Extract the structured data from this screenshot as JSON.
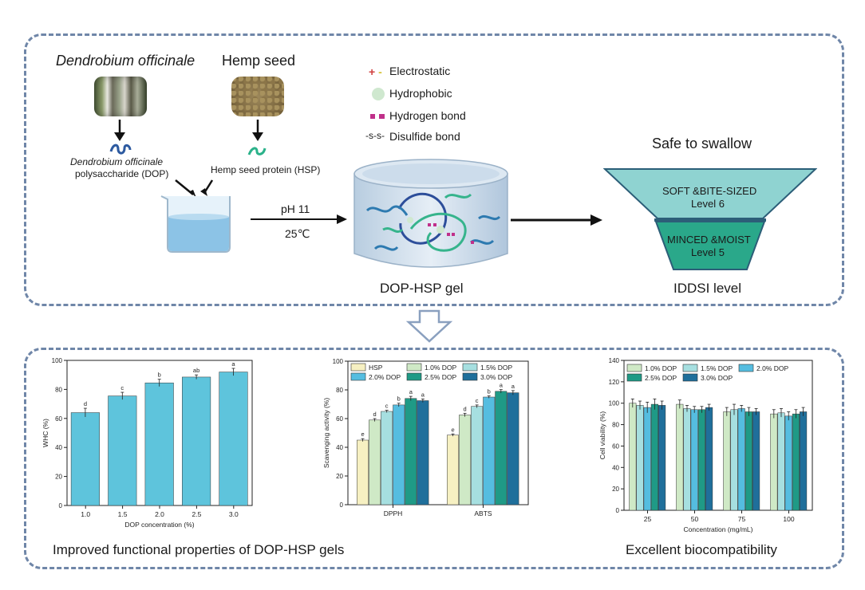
{
  "top": {
    "plant1_label": "Dendrobium officinale",
    "plant2_label": "Hemp seed",
    "dop_label_1": "Dendrobium officinale",
    "dop_label_2": "polysaccharide (DOP)",
    "hsp_label": "Hemp seed protein (HSP)",
    "condition_ph": "pH 11",
    "condition_temp": "25℃",
    "gel_label": "DOP-HSP gel",
    "legend": [
      {
        "symbol": "+ -",
        "label": "Electrostatic"
      },
      {
        "symbol": "",
        "label": "Hydrophobic"
      },
      {
        "symbol": "■ ■",
        "label": "Hydrogen bond"
      },
      {
        "symbol": "-s-s-",
        "label": "Disulfide bond"
      }
    ],
    "safe_title": "Safe to swallow",
    "funnel_top_1": "SOFT &BITE-SIZED",
    "funnel_top_2": "Level 6",
    "funnel_bottom_1": "MINCED &MOIST",
    "funnel_bottom_2": "Level 5",
    "iddsi_label": "IDDSI level",
    "colors": {
      "funnel_top": "#8fd3d1",
      "funnel_bottom": "#2aa88a",
      "panel_border": "#6f86a8"
    }
  },
  "bottom": {
    "left_caption": "Improved functional properties of DOP-HSP gels",
    "right_caption": "Excellent  biocompatibility"
  },
  "chart_data": [
    {
      "type": "bar",
      "categories": [
        "1.0",
        "1.5",
        "2.0",
        "2.5",
        "3.0"
      ],
      "values": [
        64,
        75.5,
        84.5,
        88.5,
        92
      ],
      "errors": [
        3,
        2.5,
        2.5,
        1.5,
        2.5
      ],
      "letters": [
        "d",
        "c",
        "b",
        "ab",
        "a"
      ],
      "xlabel": "DOP concentration (%)",
      "ylabel": "WHC (%)",
      "ylim": [
        0,
        100
      ],
      "yticks": [
        0,
        20,
        40,
        60,
        80,
        100
      ],
      "color": "#5ec4dc"
    },
    {
      "type": "bar",
      "categories": [
        "DPPH",
        "ABTS"
      ],
      "series": [
        {
          "name": "HSP",
          "values": [
            45,
            48.5
          ],
          "errors": [
            1,
            0.8
          ],
          "letters": [
            "e",
            "e"
          ],
          "color": "#f6f0c2"
        },
        {
          "name": "1.0% DOP",
          "values": [
            59,
            62.5
          ],
          "errors": [
            1,
            1.2
          ],
          "letters": [
            "d",
            "d"
          ],
          "color": "#cfe9c6"
        },
        {
          "name": "1.5% DOP",
          "values": [
            65,
            68.5
          ],
          "errors": [
            0.8,
            1
          ],
          "letters": [
            "c",
            "c"
          ],
          "color": "#a6dfe0"
        },
        {
          "name": "2.0% DOP",
          "values": [
            69.5,
            75
          ],
          "errors": [
            1.2,
            0.8
          ],
          "letters": [
            "b",
            "b"
          ],
          "color": "#55bde0"
        },
        {
          "name": "2.5% DOP",
          "values": [
            74,
            79
          ],
          "errors": [
            1.5,
            1.2
          ],
          "letters": [
            "a",
            "a"
          ],
          "color": "#1f9a86"
        },
        {
          "name": "3.0% DOP",
          "values": [
            72.5,
            78
          ],
          "errors": [
            1.2,
            1.5
          ],
          "letters": [
            "a",
            "a"
          ],
          "color": "#1f6f9b"
        }
      ],
      "ylabel": "Scavenging activity (%)",
      "ylim": [
        0,
        100
      ],
      "yticks": [
        0,
        20,
        40,
        60,
        80,
        100
      ],
      "legend": "top"
    },
    {
      "type": "bar",
      "categories": [
        "25",
        "50",
        "75",
        "100"
      ],
      "series": [
        {
          "name": "1.0% DOP",
          "values": [
            100,
            99,
            92,
            90
          ],
          "errors": [
            4,
            4,
            4,
            4
          ],
          "color": "#cfe9c6"
        },
        {
          "name": "1.5% DOP",
          "values": [
            98,
            95,
            94,
            91
          ],
          "errors": [
            4,
            3,
            5,
            4
          ],
          "color": "#a6dfe0"
        },
        {
          "name": "2.0% DOP",
          "values": [
            96,
            94,
            95,
            88
          ],
          "errors": [
            5,
            3,
            3,
            4
          ],
          "color": "#55bde0"
        },
        {
          "name": "2.5% DOP",
          "values": [
            99,
            94,
            92,
            90
          ],
          "errors": [
            5,
            3,
            4,
            4
          ],
          "color": "#1f9a86"
        },
        {
          "name": "3.0% DOP",
          "values": [
            98,
            96,
            92,
            92
          ],
          "errors": [
            4,
            3,
            3,
            4
          ],
          "color": "#1f6f9b"
        }
      ],
      "xlabel": "Concentration (mg/mL)",
      "ylabel": "Cell viability (%)",
      "ylim": [
        0,
        140
      ],
      "yticks": [
        0,
        20,
        40,
        60,
        80,
        100,
        120,
        140
      ],
      "legend": "top"
    }
  ]
}
